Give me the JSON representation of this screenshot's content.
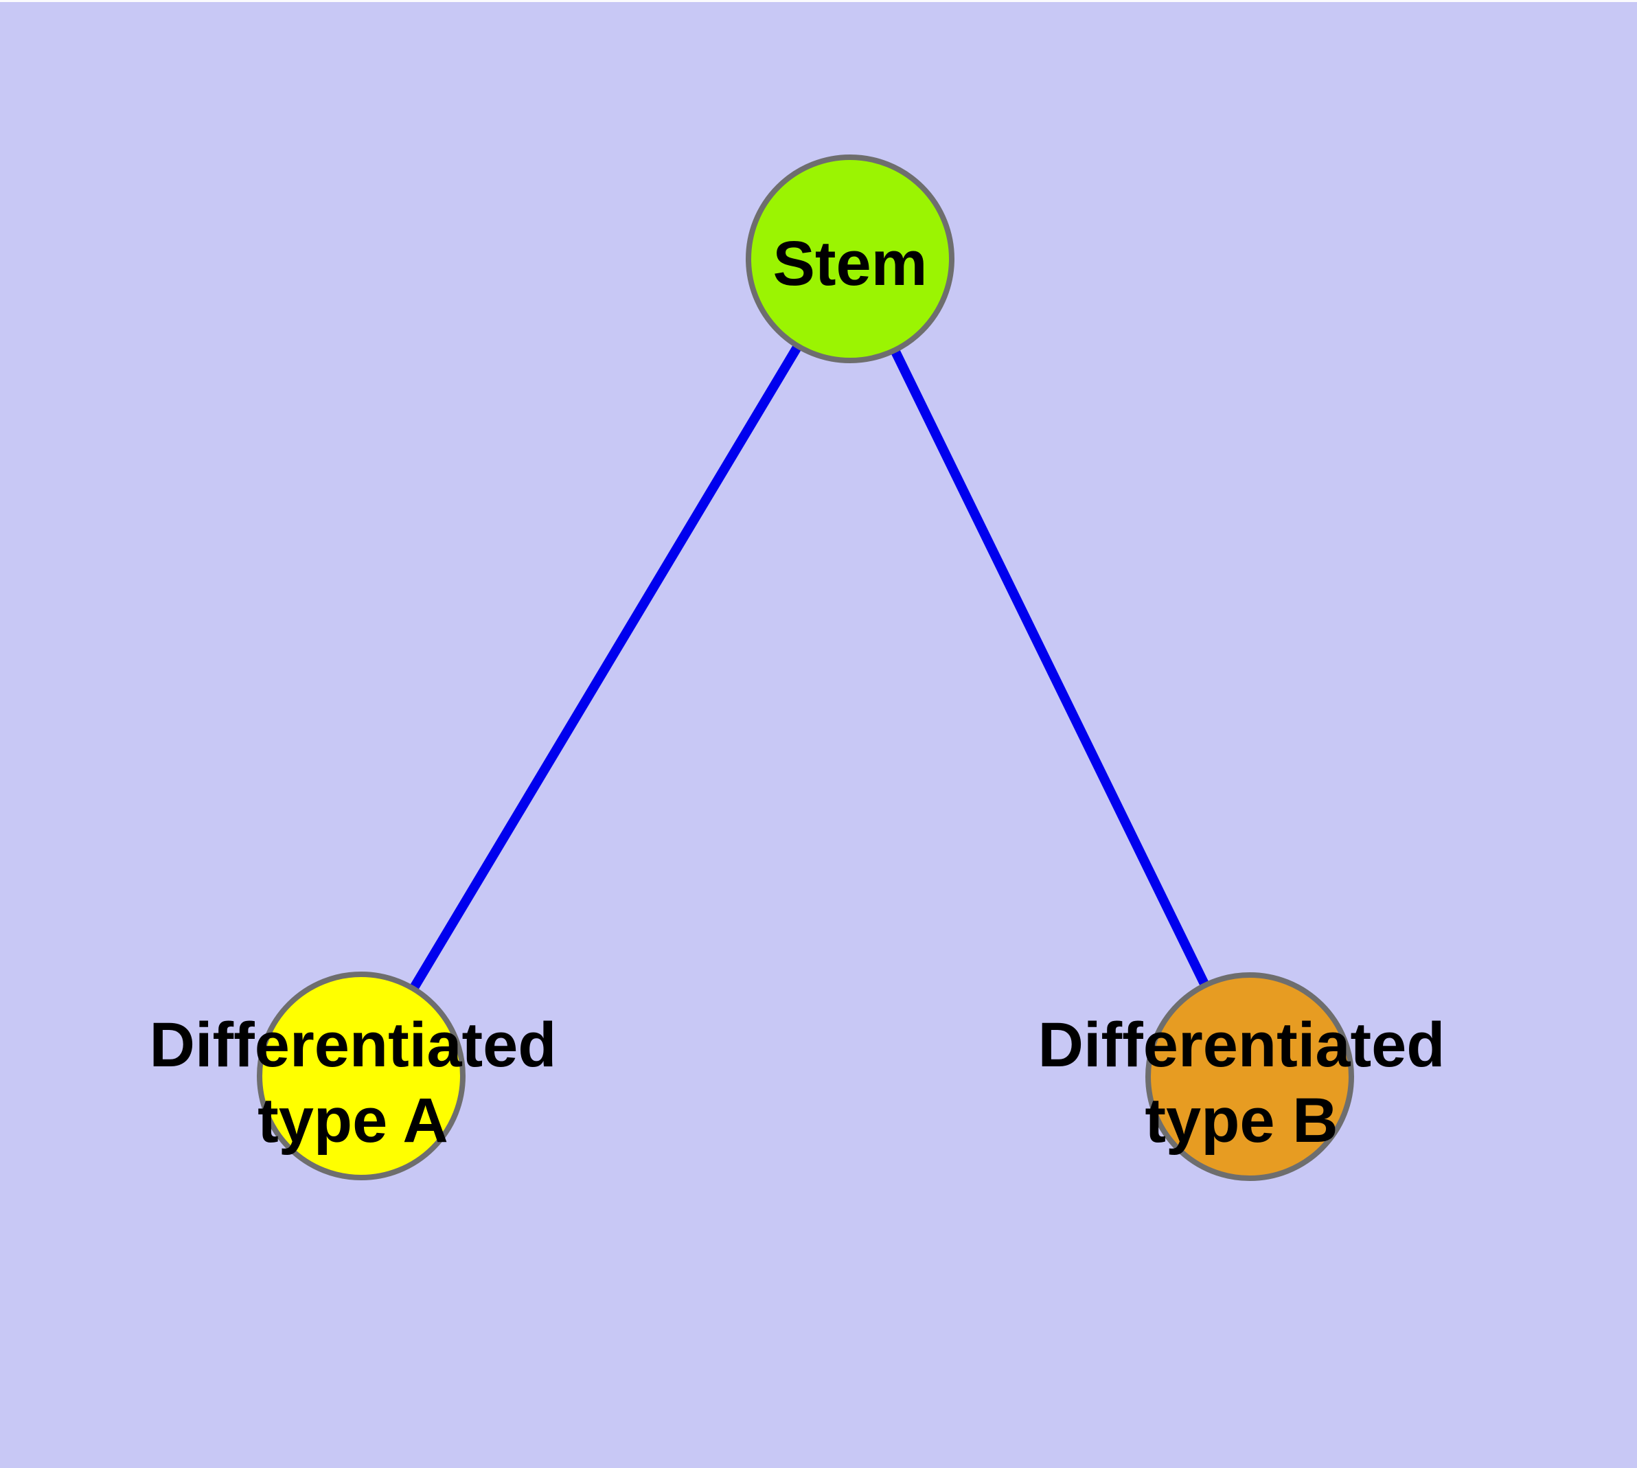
{
  "diagram": {
    "background_color": "#c8c8f5",
    "edge_color": "#0000ee",
    "node_border_color": "#6e6e6e",
    "label_color": "#000000",
    "nodes": [
      {
        "id": "stem",
        "label": "Stem",
        "fill": "#9bf402",
        "label_line1": "Stem",
        "label_line2": ""
      },
      {
        "id": "differentiated-type-a",
        "label": "Differentiated type A",
        "fill": "#ffff00",
        "label_line1": "Differentiated",
        "label_line2": "type A"
      },
      {
        "id": "differentiated-type-b",
        "label": "Differentiated type B",
        "fill": "#e79c22",
        "label_line1": "Differentiated",
        "label_line2": "type B"
      }
    ],
    "edges": [
      {
        "from": "Stem",
        "to": "Differentiated type A"
      },
      {
        "from": "Stem",
        "to": "Differentiated type B"
      }
    ]
  }
}
